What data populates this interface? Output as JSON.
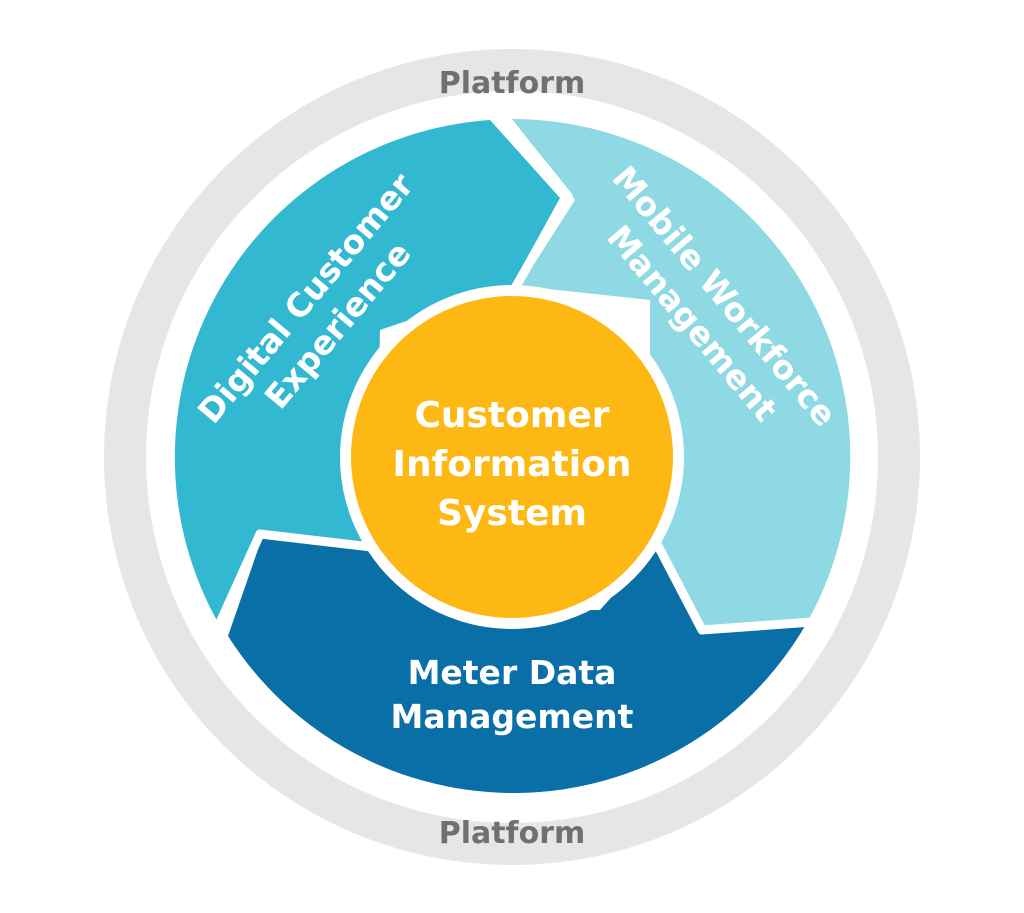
{
  "platform": {
    "top_label": "Platform",
    "bottom_label": "Platform"
  },
  "segments": {
    "digital": {
      "line1": "Digital Customer",
      "line2": "Experience"
    },
    "mobile": {
      "line1": "Mobile Workforce",
      "line2": "Management"
    },
    "meter": {
      "line1": "Meter Data",
      "line2": "Management"
    }
  },
  "center": {
    "line1": "Customer",
    "line2": "Information",
    "line3": "System"
  },
  "colors": {
    "platform_ring": "#e6e6e6",
    "platform_text": "#707070",
    "digital": "#33b8d2",
    "mobile": "#8ed9e3",
    "meter": "#0a6fa6",
    "center": "#fdb813",
    "separator": "#ffffff"
  }
}
